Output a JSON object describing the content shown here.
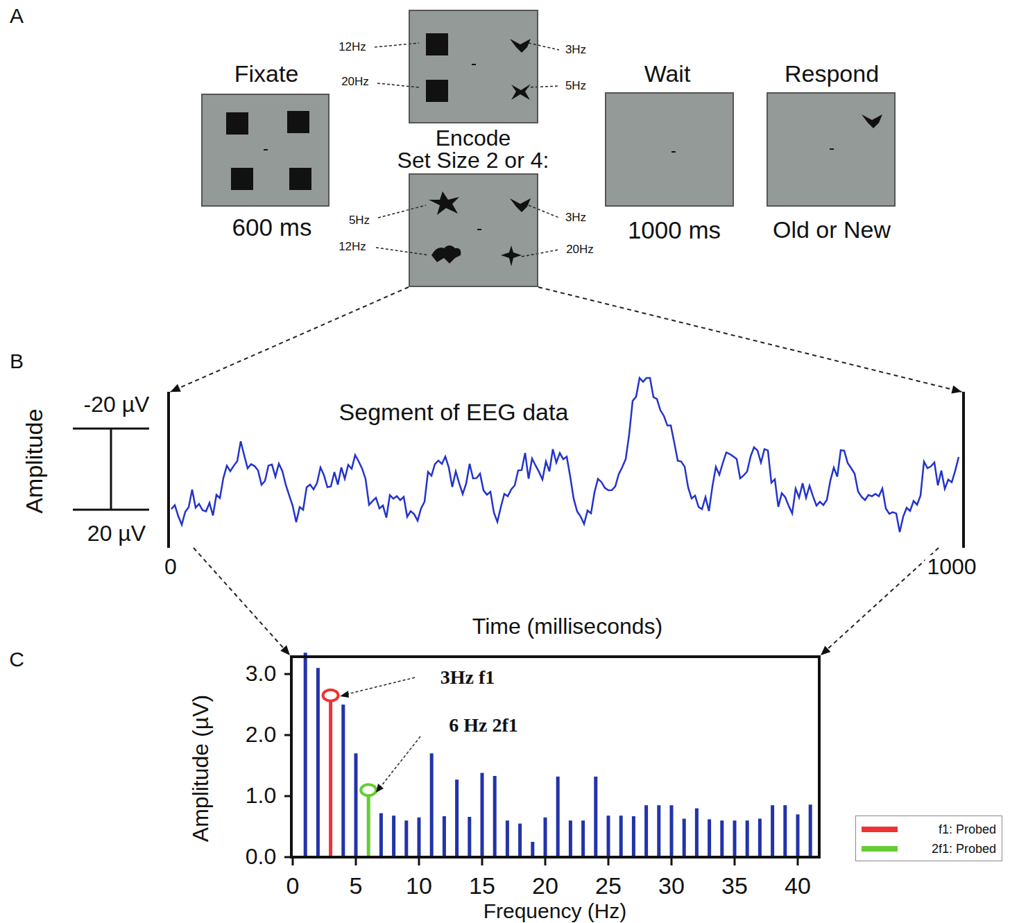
{
  "diagram": {
    "nodes": [
      {
        "text": [
          "Fixate",
          "600 ms"
        ]
      },
      {
        "text": [
          "Encode"
        ]
      },
      {
        "text": [
          "Set Size 2 or 4:"
        ]
      },
      {
        "text": [
          "Wait",
          "1000 ms"
        ]
      },
      {
        "text": [
          "Respond",
          "Old or New"
        ]
      },
      {
        "text": [
          "Segment of EEG data"
        ]
      },
      {
        "text": [
          "3Hz f1",
          "6 Hz 2f1"
        ]
      }
    ],
    "edges": [
      {
        "from": 2,
        "to": 5,
        "arrow": "to"
      },
      {
        "from": 2,
        "to": 5,
        "arrow": "to"
      },
      {
        "from": 5,
        "to": 6,
        "arrow": "to"
      },
      {
        "from": 5,
        "to": 6,
        "arrow": "to"
      }
    ],
    "labels": [
      "A",
      "12Hz",
      "3Hz",
      "20Hz",
      "5Hz",
      "5Hz",
      "3Hz",
      "12Hz",
      "20Hz",
      "B",
      "Amplitude",
      "-20 µV",
      "20 µV",
      "0",
      "1000",
      "Time (milliseconds)",
      "C",
      "0.0",
      "1.0",
      "2.0",
      "3.0",
      "0",
      "5",
      "10",
      "15",
      "20",
      "25",
      "30",
      "35",
      "40",
      "Amplitude (µV)",
      "Frequency (Hz)"
    ],
    "legend": [
      {
        "text": "f1: Probed",
        "color": "#ee3333"
      },
      {
        "text": "2f1: Probed",
        "color": "#66cc33"
      }
    ]
  }
}
